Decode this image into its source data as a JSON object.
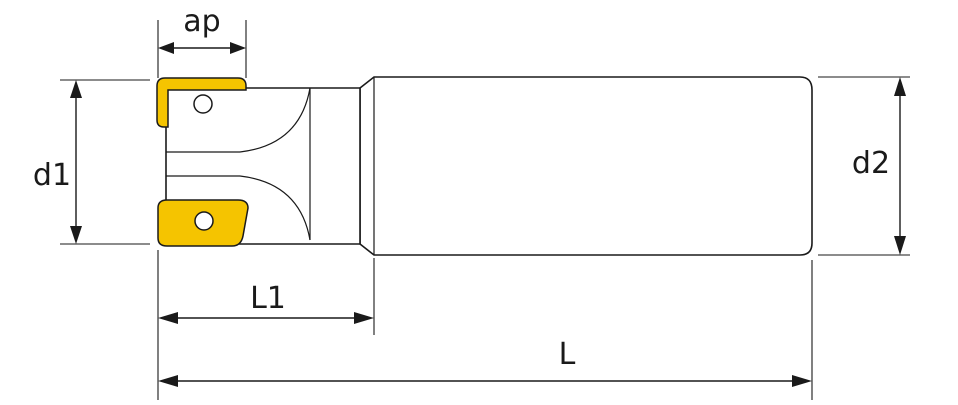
{
  "labels": {
    "ap": "ap",
    "d1": "d1",
    "d2": "d2",
    "L1": "L1",
    "L": "L"
  },
  "colors": {
    "insert": "#f5c400",
    "line": "#1a1a1a",
    "background": "#ffffff"
  }
}
